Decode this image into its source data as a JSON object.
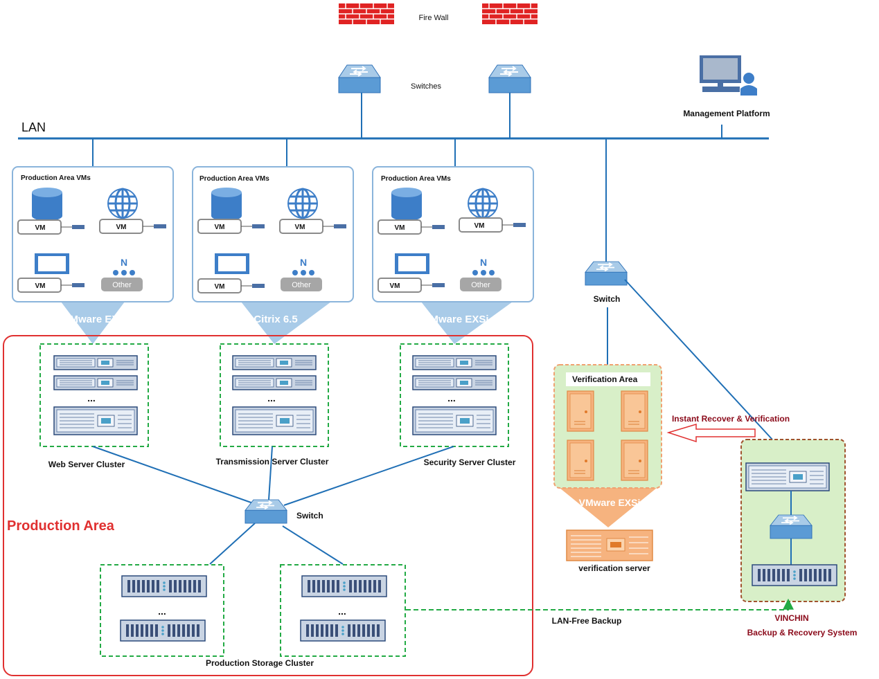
{
  "labels": {
    "firewall": "Fire Wall",
    "switches": "Switches",
    "lan": "LAN",
    "management": "Management Platform",
    "prod_vms": "Production Area VMs",
    "vm": "VM",
    "other": "Other",
    "n_icon": "N",
    "hyp1": "VMware EXSi",
    "hyp2": "Citrix 6.5",
    "hyp3": "VMware EXSi",
    "dots": "...",
    "web_cluster": "Web Server Cluster",
    "trans_cluster": "Transmission Server Cluster",
    "sec_cluster": "Security Server Cluster",
    "switch": "Switch",
    "production_area": "Production Area",
    "storage_cluster": "Production Storage Cluster",
    "verification_area": "Verification Area",
    "instant_recover": "Instant Recover & Verification",
    "verif_hyp": "VMware EXSi",
    "verification_server": "verification server",
    "lan_free": "LAN-Free Backup",
    "vinchin": "VINCHIN",
    "backup_system": "Backup & Recovery System"
  },
  "colors": {
    "line_blue": "#1f6fb5",
    "box_border": "#8ab4db",
    "production_red": "#e03030",
    "cluster_green": "#22aa44",
    "verif_fill": "#d8efc8",
    "verif_border": "#f0a070",
    "orange": "#f6b37f",
    "backup_border": "#a0522d",
    "dark_red_text": "#8b0a1a"
  }
}
